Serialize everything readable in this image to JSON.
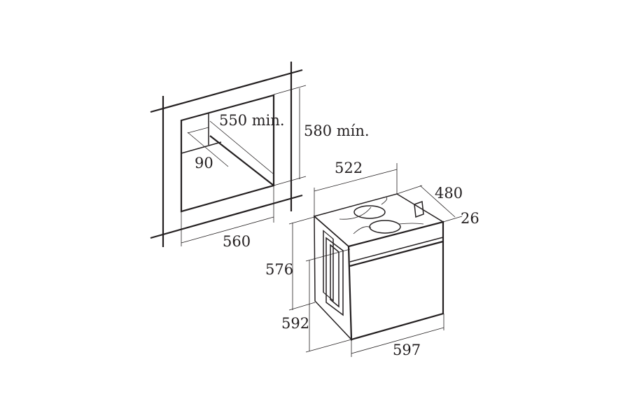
{
  "niche": {
    "depth_label": "550 min.",
    "height_label": "580 mín.",
    "width_label": "560",
    "vent_label": "90"
  },
  "oven": {
    "top_width_label": "522",
    "depth_label": "480",
    "front_thickness_label": "26",
    "body_height_label": "576",
    "total_height_label": "592",
    "front_width_label": "597"
  }
}
